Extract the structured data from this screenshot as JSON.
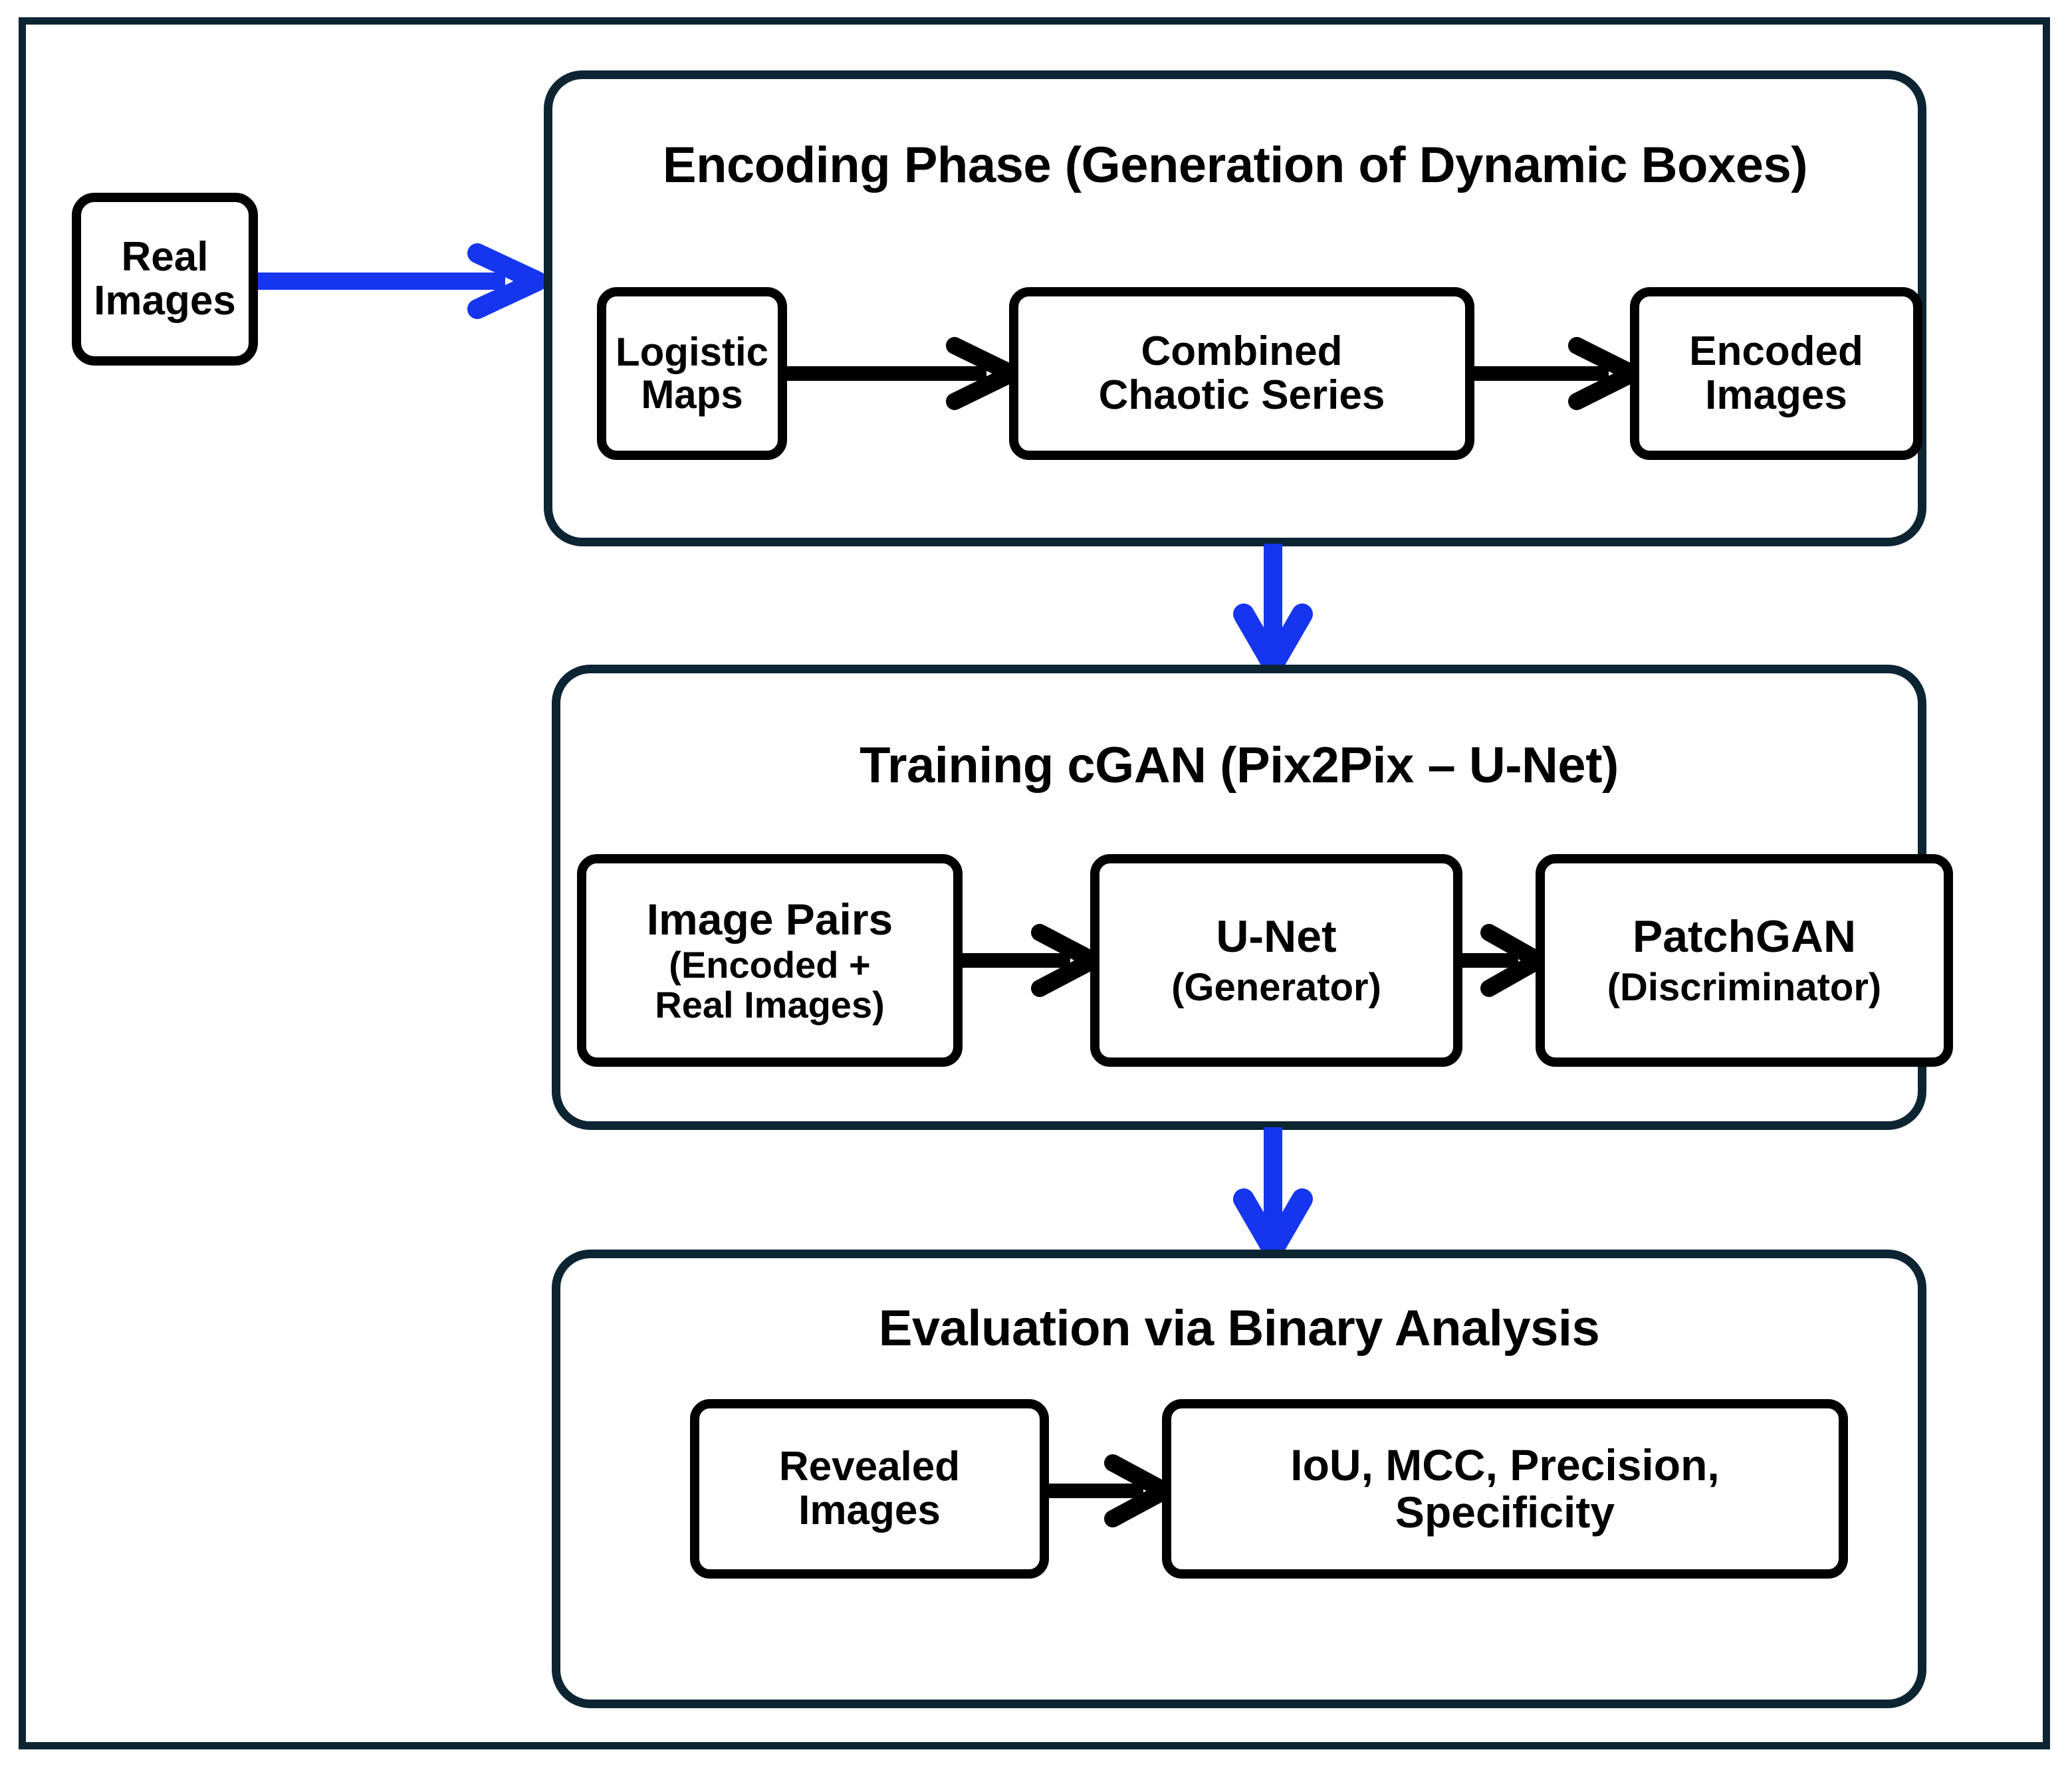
{
  "diagram": {
    "title": "Encoding-Training-Evaluation Pipeline Flowchart",
    "colors": {
      "frame_border": "#0d2433",
      "stage_border": "#0d2433",
      "node_border": "#000000",
      "blue_arrow": "#1535ef",
      "black_arrow": "#000000",
      "background": "#ffffff"
    }
  },
  "external": {
    "real_images": {
      "line1": "Real",
      "line2": "Images"
    }
  },
  "stages": [
    {
      "id": "encoding",
      "title": "Encoding Phase (Generation of Dynamic Boxes)",
      "nodes": [
        {
          "id": "logistic-maps",
          "line1": "Logistic",
          "line2": "Maps"
        },
        {
          "id": "chaotic-series",
          "line1": "Combined",
          "line2": "Chaotic Series"
        },
        {
          "id": "encoded-images",
          "line1": "Encoded",
          "line2": "Images"
        }
      ]
    },
    {
      "id": "training",
      "title": "Training cGAN (Pix2Pix – U-Net)",
      "nodes": [
        {
          "id": "image-pairs",
          "line1": "Image Pairs",
          "line2": "(Encoded +",
          "line3": "Real Images)"
        },
        {
          "id": "unet",
          "line1": "U-Net",
          "line2": "(Generator)"
        },
        {
          "id": "patchgan",
          "line1": "PatchGAN",
          "line2": "(Discriminator)"
        }
      ]
    },
    {
      "id": "evaluation",
      "title": "Evaluation via Binary Analysis",
      "nodes": [
        {
          "id": "revealed-images",
          "line1": "Revealed",
          "line2": "Images"
        },
        {
          "id": "metrics",
          "line1": "IoU, MCC, Precision,",
          "line2": "Specificity"
        }
      ]
    }
  ],
  "connectors": [
    {
      "id": "real-to-encoding",
      "from": "real-images",
      "to": "encoding-stage",
      "color": "blue",
      "direction": "right"
    },
    {
      "id": "logistic-to-chaotic",
      "from": "logistic-maps",
      "to": "chaotic-series",
      "color": "black",
      "direction": "right"
    },
    {
      "id": "chaotic-to-encoded",
      "from": "chaotic-series",
      "to": "encoded-images",
      "color": "black",
      "direction": "right"
    },
    {
      "id": "encoding-to-training",
      "from": "encoding-stage",
      "to": "training-stage",
      "color": "blue",
      "direction": "down"
    },
    {
      "id": "pairs-to-unet",
      "from": "image-pairs",
      "to": "unet",
      "color": "black",
      "direction": "right"
    },
    {
      "id": "unet-to-patch",
      "from": "unet",
      "to": "patchgan",
      "color": "black",
      "direction": "right"
    },
    {
      "id": "training-to-eval",
      "from": "training-stage",
      "to": "evaluation-stage",
      "color": "blue",
      "direction": "down"
    },
    {
      "id": "revealed-to-metrics",
      "from": "revealed-images",
      "to": "metrics",
      "color": "black",
      "direction": "right"
    }
  ]
}
